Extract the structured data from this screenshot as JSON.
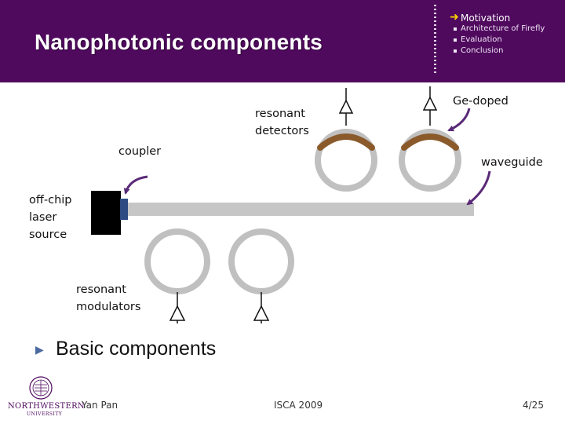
{
  "header": {
    "title": "Nanophotonic components",
    "nav": {
      "current": "Motivation",
      "items": [
        "Architecture of Firefly",
        "Evaluation",
        "Conclusion"
      ]
    }
  },
  "diagram": {
    "labels": {
      "resonant_detectors": "resonant detectors",
      "ge_doped": "Ge-doped",
      "coupler": "coupler",
      "waveguide": "waveguide",
      "laser_source": "off-chip laser source",
      "resonant_modulators": "resonant modulators"
    }
  },
  "bullet": {
    "text": "Basic components"
  },
  "footer": {
    "logo_text": "NORTHWESTERN",
    "logo_subtext": "UNIVERSITY",
    "author": "Yan Pan",
    "venue": "ISCA 2009",
    "page": "4/25"
  },
  "colors": {
    "header_bg": "#4f0a5e",
    "ring": "#c0c0c0",
    "ge_arc": "#8b5a2b",
    "coupler": "#2e4a82",
    "arrow": "#5a2a78",
    "nav_arrow": "#ffd700"
  }
}
